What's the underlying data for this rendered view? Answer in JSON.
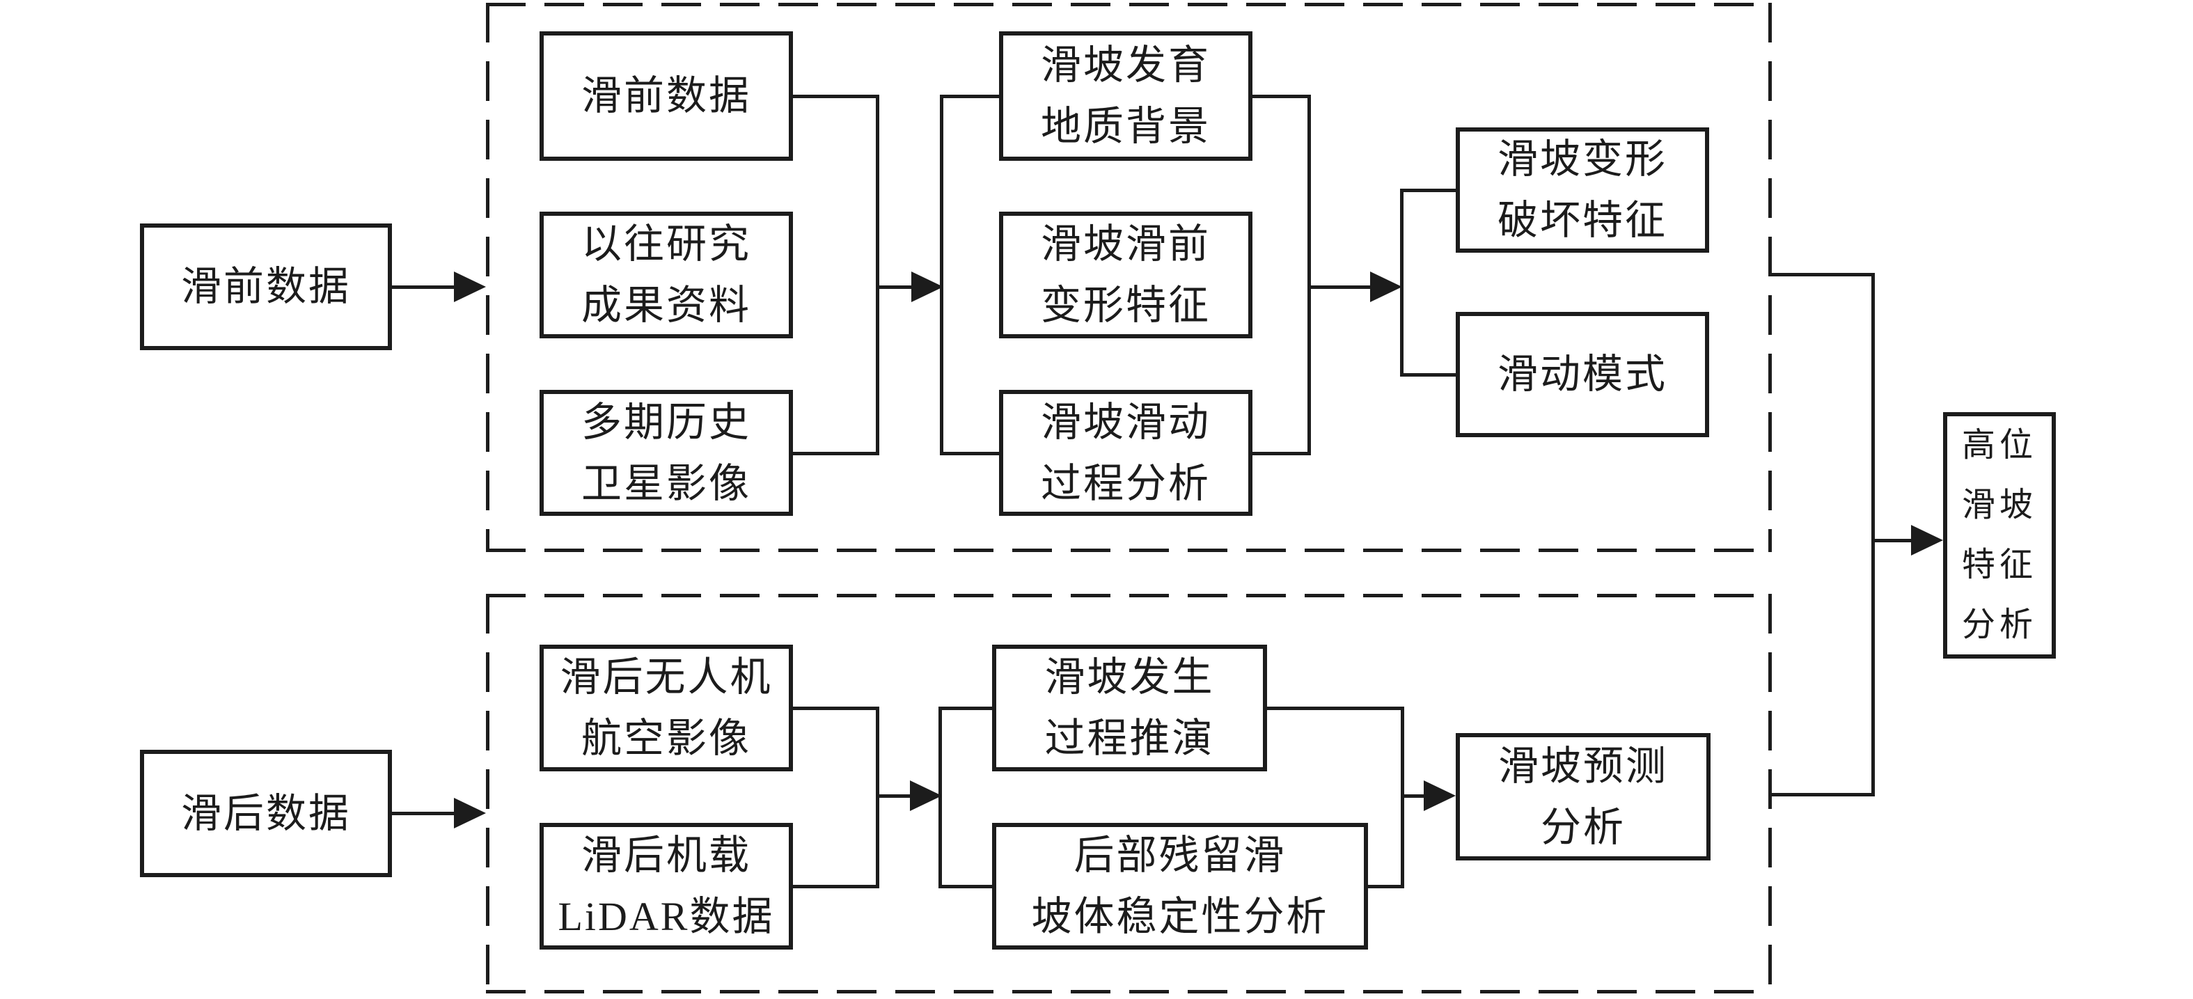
{
  "colors": {
    "ink": "#1c1c1c",
    "background": "#ffffff"
  },
  "labels": {
    "pre_slide_input": "滑前数据",
    "post_slide_input": "滑后数据",
    "pre_slide_data": "滑前数据",
    "previous_research": "以往研究\n成果资料",
    "historical_satellite": "多期历史\n卫星影像",
    "geological_background": "滑坡发育\n地质背景",
    "pre_slide_deformation": "滑坡滑前\n变形特征",
    "sliding_process": "滑坡滑动\n过程分析",
    "deformation_failure": "滑坡变形\n破坏特征",
    "sliding_mode": "滑动模式",
    "uav_imagery": "滑后无人机\n航空影像",
    "airborne_lidar": "滑后机载\nLiDAR数据",
    "occurrence_process": "滑坡发生\n过程推演",
    "residual_stability": "后部残留滑\n坡体稳定性分析",
    "landslide_prediction": "滑坡预测\n分析",
    "high_position_analysis": "高位\n滑坡\n特征\n分析"
  }
}
